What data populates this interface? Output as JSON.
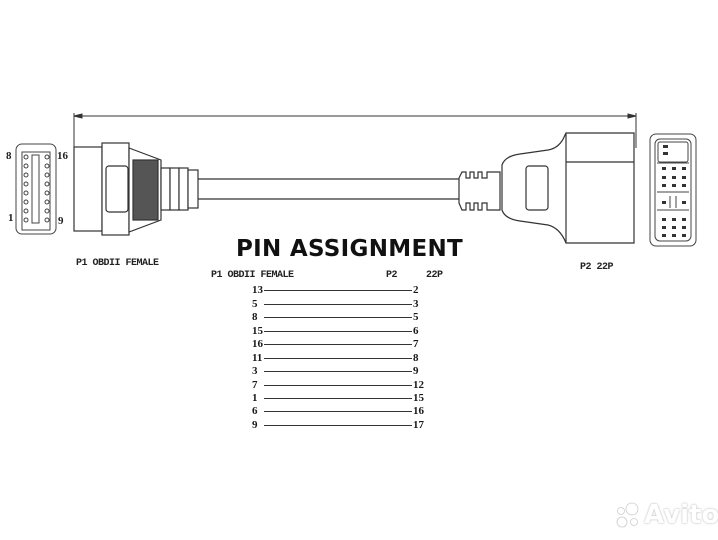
{
  "diagram": {
    "title": "PIN ASSIGNMENT",
    "p1_label": "P1 OBDII FEMALE",
    "p2_label": "P2 22P",
    "p1_pin_labels": {
      "top_left": "8",
      "top_right": "16",
      "bottom_left": "1",
      "bottom_right": "9"
    },
    "table_header": {
      "left": "P1 OBDII FEMALE",
      "mid": "P2",
      "right": "22P"
    },
    "pin_map": [
      {
        "p1": "13",
        "p2": "2"
      },
      {
        "p1": "5",
        "p2": "3"
      },
      {
        "p1": "8",
        "p2": "5"
      },
      {
        "p1": "15",
        "p2": "6"
      },
      {
        "p1": "16",
        "p2": "7"
      },
      {
        "p1": "11",
        "p2": "8"
      },
      {
        "p1": "3",
        "p2": "9"
      },
      {
        "p1": "7",
        "p2": "12"
      },
      {
        "p1": "1",
        "p2": "15"
      },
      {
        "p1": "6",
        "p2": "16"
      },
      {
        "p1": "9",
        "p2": "17"
      }
    ],
    "watermark": "Avito",
    "colors": {
      "line": "#333333",
      "background": "#ffffff",
      "text": "#1a1a1a"
    }
  }
}
